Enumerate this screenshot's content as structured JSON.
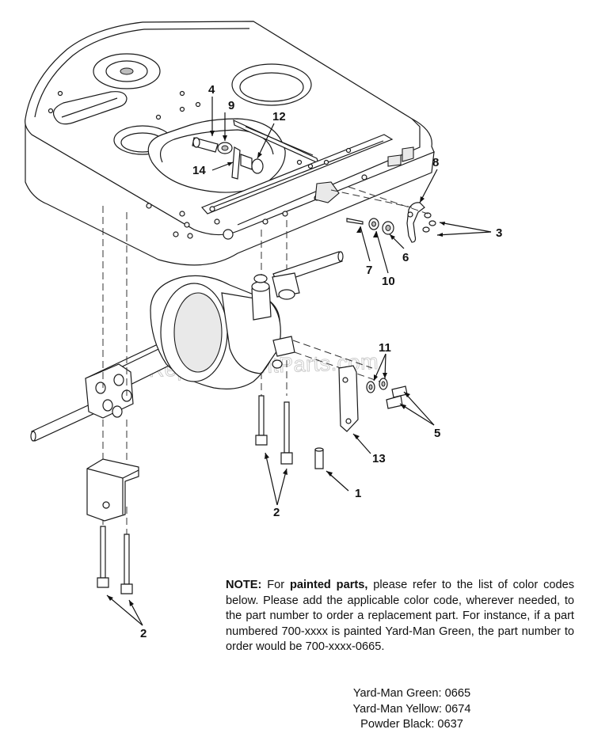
{
  "watermark": "eReplacementParts.com",
  "callouts": {
    "c1": "1",
    "c2a": "2",
    "c2b": "2",
    "c3": "3",
    "c4": "4",
    "c5": "5",
    "c6": "6",
    "c7": "7",
    "c8": "8",
    "c9": "9",
    "c10": "10",
    "c11": "11",
    "c12": "12",
    "c13": "13",
    "c14": "14"
  },
  "note": {
    "lead": "NOTE:",
    "pre": "For",
    "emphasis": "painted parts,",
    "body": "please refer to the list of color codes below.  Please add the applicable color code, wherever needed, to the part number to order a replacement part.  For instance, if a part numbered 700-xxxx is painted Yard-Man Green, the part number to order would be 700-xxxx-0665."
  },
  "color_codes": [
    "Yard-Man Green: 0665",
    "Yard-Man Yellow: 0674",
    "Powder Black: 0637"
  ]
}
